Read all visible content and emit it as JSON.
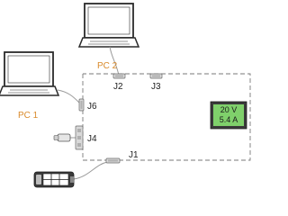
{
  "labels": {
    "pc1": "PC 1",
    "pc2": "PC 2",
    "j1": "J1",
    "j2": "J2",
    "j3": "J3",
    "j4": "J4",
    "j6": "J6"
  },
  "display": {
    "voltage": "20 V",
    "current": "5.4 A"
  },
  "colors": {
    "pc_label": "#d98a2b",
    "lcd_fill": "#7fd06b",
    "lcd_bezel": "#3a3a3a",
    "boundary": "#7a7a7a",
    "cable": "#9a9a9a"
  },
  "icons": [
    "pc-1-icon",
    "pc-2-icon",
    "usb-drive-icon",
    "camera-icon",
    "lcd-display-icon"
  ]
}
